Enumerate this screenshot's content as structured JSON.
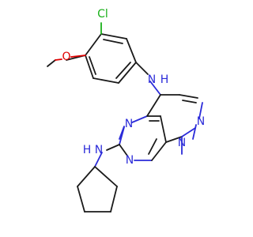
{
  "molecule": {
    "atom_labels": {
      "cl": "Cl",
      "o": "O",
      "nh_top": "N",
      "nh_top_h": "H",
      "n_ring_left": "N",
      "n_ring_bottom": "N",
      "n_pyrazole_top": "N",
      "n_pyrazole_bottom": "N",
      "nh_bottom": "N",
      "nh_bottom_h": "H"
    },
    "colors": {
      "carbon": "#1a1a1a",
      "nitrogen": "#2b2bd9",
      "oxygen": "#e00000",
      "chlorine": "#18b018",
      "background": "#ffffff"
    }
  }
}
